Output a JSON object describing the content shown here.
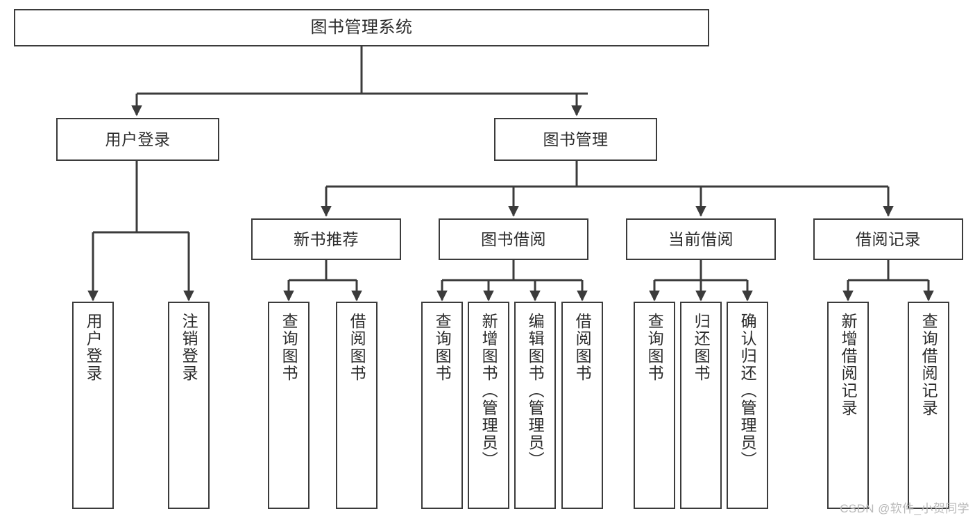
{
  "diagram": {
    "type": "tree-hierarchy-chart",
    "title": "图书管理系统",
    "stroke_color": "#3b3b3b",
    "background_color": "#ffffff",
    "text_color": "#2c2c2c",
    "levels": {
      "root": {
        "label": "图书管理系统"
      },
      "level2": [
        {
          "label": "用户登录"
        },
        {
          "label": "图书管理"
        }
      ],
      "level3": [
        {
          "label": "新书推荐"
        },
        {
          "label": "图书借阅"
        },
        {
          "label": "当前借阅"
        },
        {
          "label": "借阅记录"
        }
      ],
      "leaves": [
        {
          "label": "用户登录",
          "parent": "用户登录"
        },
        {
          "label": "注销登录",
          "parent": "用户登录"
        },
        {
          "label": "查询图书",
          "parent": "新书推荐"
        },
        {
          "label": "借阅图书",
          "parent": "新书推荐"
        },
        {
          "label": "查询图书",
          "parent": "图书借阅"
        },
        {
          "label": "新增图书（管理员）",
          "parent": "图书借阅"
        },
        {
          "label": "编辑图书（管理员）",
          "parent": "图书借阅"
        },
        {
          "label": "借阅图书",
          "parent": "图书借阅"
        },
        {
          "label": "查询图书",
          "parent": "当前借阅"
        },
        {
          "label": "归还图书",
          "parent": "当前借阅"
        },
        {
          "label": "确认归还（管理员）",
          "parent": "当前借阅"
        },
        {
          "label": "新增借阅记录",
          "parent": "借阅记录"
        },
        {
          "label": "查询借阅记录",
          "parent": "借阅记录"
        }
      ]
    }
  },
  "watermark": {
    "text": "CSDN @软件_小贺同学"
  }
}
